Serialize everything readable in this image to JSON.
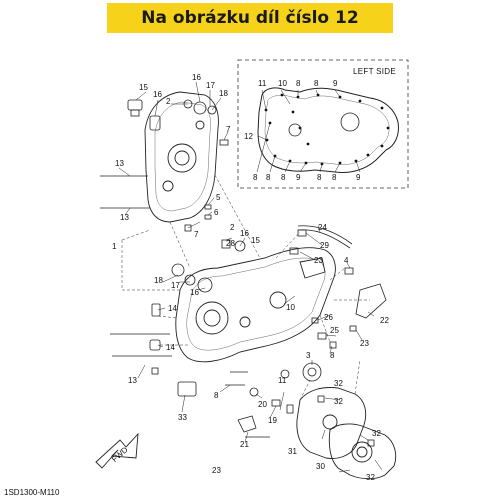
{
  "banner": {
    "text": "Na obrázku díl číslo 12",
    "color": "#f7d21a"
  },
  "inset": {
    "label": "LEFT SIDE"
  },
  "fwd_arrow": {
    "label": "FWD"
  },
  "diagram_code": "1SD1300-M110",
  "callouts": [
    "1",
    "2",
    "3",
    "4",
    "5",
    "6",
    "7",
    "8",
    "9",
    "10",
    "11",
    "12",
    "13",
    "14",
    "15",
    "16",
    "17",
    "18",
    "19",
    "20",
    "21",
    "22",
    "23",
    "25",
    "26",
    "27",
    "28",
    "29",
    "30",
    "31",
    "32",
    "33"
  ]
}
